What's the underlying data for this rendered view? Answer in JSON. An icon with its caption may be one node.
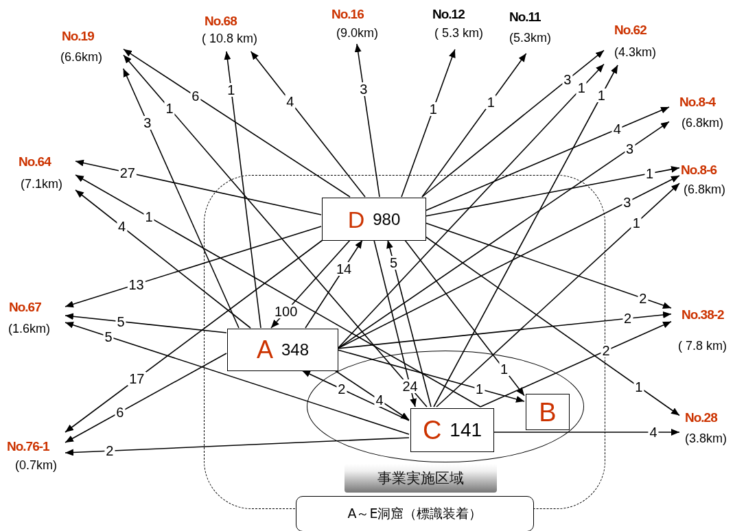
{
  "diagram": {
    "nodes": [
      {
        "text": [
          "No.19",
          "(6.6km)"
        ]
      },
      {
        "text": [
          "No.68",
          "( 10.8 km)"
        ]
      },
      {
        "text": [
          "No.16",
          "(9.0km)"
        ]
      },
      {
        "text": [
          "No.12",
          "( 5.3 km)"
        ]
      },
      {
        "text": [
          "No.11",
          "(5.3km)"
        ]
      },
      {
        "text": [
          "No.62",
          "(4.3km)"
        ]
      },
      {
        "text": [
          "No.64",
          "(7.1km)"
        ]
      },
      {
        "text": [
          "No.8-4",
          "(6.8km)"
        ]
      },
      {
        "text": [
          "No.8-6",
          "(6.8km)"
        ]
      },
      {
        "text": [
          "A～E洞窟（標識装着）"
        ]
      },
      {
        "text": [
          "D",
          "980"
        ],
        "in": 9
      },
      {
        "text": [
          "No.67",
          "(1.6km)"
        ]
      },
      {
        "text": [
          "No.38-2",
          "( 7.8 km)"
        ]
      },
      {
        "text": [
          "A",
          "348"
        ],
        "in": 9
      },
      {
        "text": [
          "事業実施区域"
        ],
        "in": 9
      },
      {
        "text": [
          "B"
        ],
        "in": 14
      },
      {
        "text": [
          "C",
          "141"
        ],
        "in": 14
      },
      {
        "text": [
          "No.76-1",
          "(0.7km)"
        ]
      },
      {
        "text": [
          "No.28",
          "(3.8km)"
        ]
      }
    ],
    "edges": [
      {
        "from": 10,
        "to": 0,
        "arrow": "to",
        "label": "6"
      },
      {
        "from": 16,
        "to": 0,
        "arrow": "to",
        "label": "1"
      },
      {
        "from": 13,
        "to": 0,
        "arrow": "to",
        "label": "3"
      },
      {
        "from": 13,
        "to": 1,
        "arrow": "to",
        "label": "1"
      },
      {
        "from": 10,
        "to": 1,
        "arrow": "to",
        "label": "4"
      },
      {
        "from": 10,
        "to": 2,
        "arrow": "to",
        "label": "3"
      },
      {
        "from": 10,
        "to": 3,
        "arrow": "to",
        "label": "1"
      },
      {
        "from": 10,
        "to": 4,
        "arrow": "to",
        "label": "1"
      },
      {
        "from": 10,
        "to": 5,
        "arrow": "to",
        "label": "3"
      },
      {
        "from": 13,
        "to": 5,
        "arrow": "to",
        "label": "1"
      },
      {
        "from": 16,
        "to": 5,
        "arrow": "to",
        "label": "1"
      },
      {
        "from": 10,
        "to": 6,
        "arrow": "to",
        "label": "27"
      },
      {
        "from": 16,
        "to": 6,
        "arrow": "to",
        "label": "1"
      },
      {
        "from": 13,
        "to": 6,
        "arrow": "to",
        "label": "4"
      },
      {
        "from": 10,
        "to": 7,
        "arrow": "to",
        "label": "4"
      },
      {
        "from": 13,
        "to": 7,
        "arrow": "to",
        "label": "3"
      },
      {
        "from": 10,
        "to": 8,
        "arrow": "to",
        "label": "1"
      },
      {
        "from": 13,
        "to": 8,
        "arrow": "to",
        "label": "3"
      },
      {
        "from": 16,
        "to": 8,
        "arrow": "to",
        "label": "1"
      },
      {
        "from": 10,
        "to": 11,
        "arrow": "to",
        "label": "13"
      },
      {
        "from": 13,
        "to": 11,
        "arrow": "to",
        "label": "5"
      },
      {
        "from": 16,
        "to": 11,
        "arrow": "to",
        "label": "5"
      },
      {
        "from": 10,
        "to": 12,
        "arrow": "to",
        "label": "2"
      },
      {
        "from": 13,
        "to": 12,
        "arrow": "to",
        "label": "2"
      },
      {
        "from": 16,
        "to": 12,
        "arrow": "to",
        "label": "2"
      },
      {
        "from": 10,
        "to": 13,
        "arrow": "to",
        "label": "100"
      },
      {
        "from": 13,
        "to": 10,
        "arrow": "to",
        "label": "14"
      },
      {
        "from": 16,
        "to": 10,
        "arrow": "to",
        "label": "5"
      },
      {
        "from": 10,
        "to": 16,
        "arrow": "to",
        "label": "24"
      },
      {
        "from": 16,
        "to": 13,
        "arrow": "to",
        "label": "2"
      },
      {
        "from": 13,
        "to": 16,
        "arrow": "to",
        "label": "4"
      },
      {
        "from": 10,
        "to": 15,
        "arrow": "to",
        "label": "1"
      },
      {
        "from": 13,
        "to": 15,
        "arrow": "to",
        "label": "1"
      },
      {
        "from": 10,
        "to": 17,
        "arrow": "to",
        "label": "17"
      },
      {
        "from": 13,
        "to": 17,
        "arrow": "to",
        "label": "6"
      },
      {
        "from": 16,
        "to": 17,
        "arrow": "to",
        "label": "2"
      },
      {
        "from": 10,
        "to": 18,
        "arrow": "to",
        "label": "1"
      },
      {
        "from": 16,
        "to": 18,
        "arrow": "to",
        "label": "4"
      }
    ]
  }
}
